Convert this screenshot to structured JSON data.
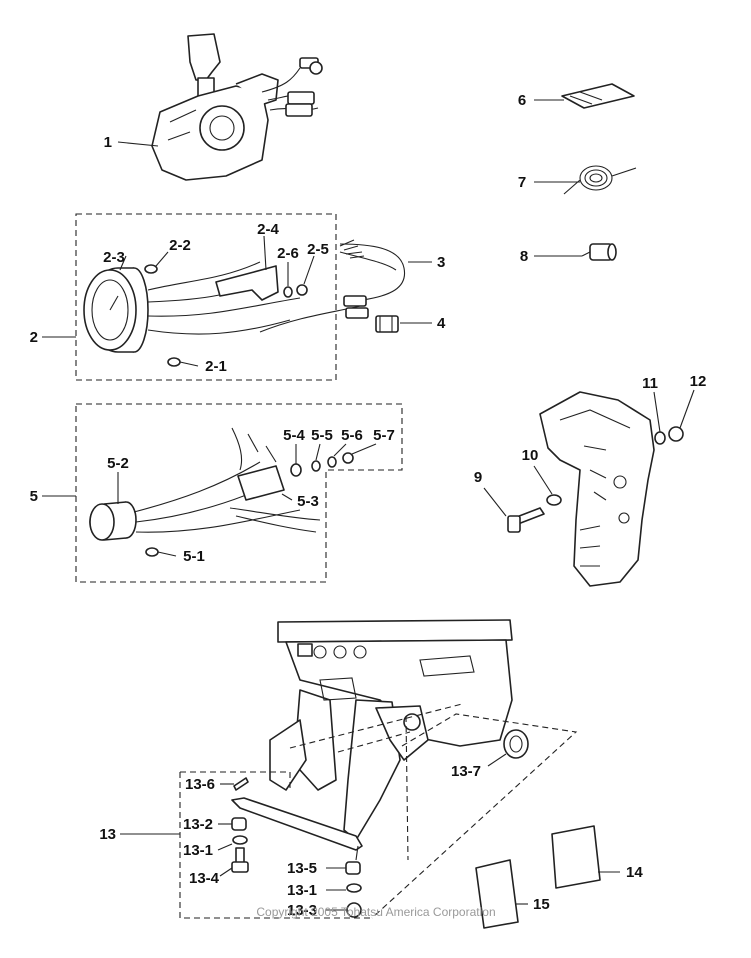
{
  "callouts": {
    "c1": "1",
    "c2": "2",
    "c2_1": "2-1",
    "c2_2": "2-2",
    "c2_3": "2-3",
    "c2_4": "2-4",
    "c2_5": "2-5",
    "c2_6": "2-6",
    "c3": "3",
    "c4": "4",
    "c5": "5",
    "c5_1": "5-1",
    "c5_2": "5-2",
    "c5_3": "5-3",
    "c5_4": "5-4",
    "c5_5": "5-5",
    "c5_6": "5-6",
    "c5_7": "5-7",
    "c6": "6",
    "c7": "7",
    "c8": "8",
    "c9": "9",
    "c10": "10",
    "c11": "11",
    "c12": "12",
    "c13": "13",
    "c13_1a": "13-1",
    "c13_1b": "13-1",
    "c13_2": "13-2",
    "c13_3": "13-3",
    "c13_4": "13-4",
    "c13_5": "13-5",
    "c13_6": "13-6",
    "c13_7": "13-7",
    "c14": "14",
    "c15": "15"
  },
  "watermark": "Copyright 2005 Tohatsu America Corporation"
}
